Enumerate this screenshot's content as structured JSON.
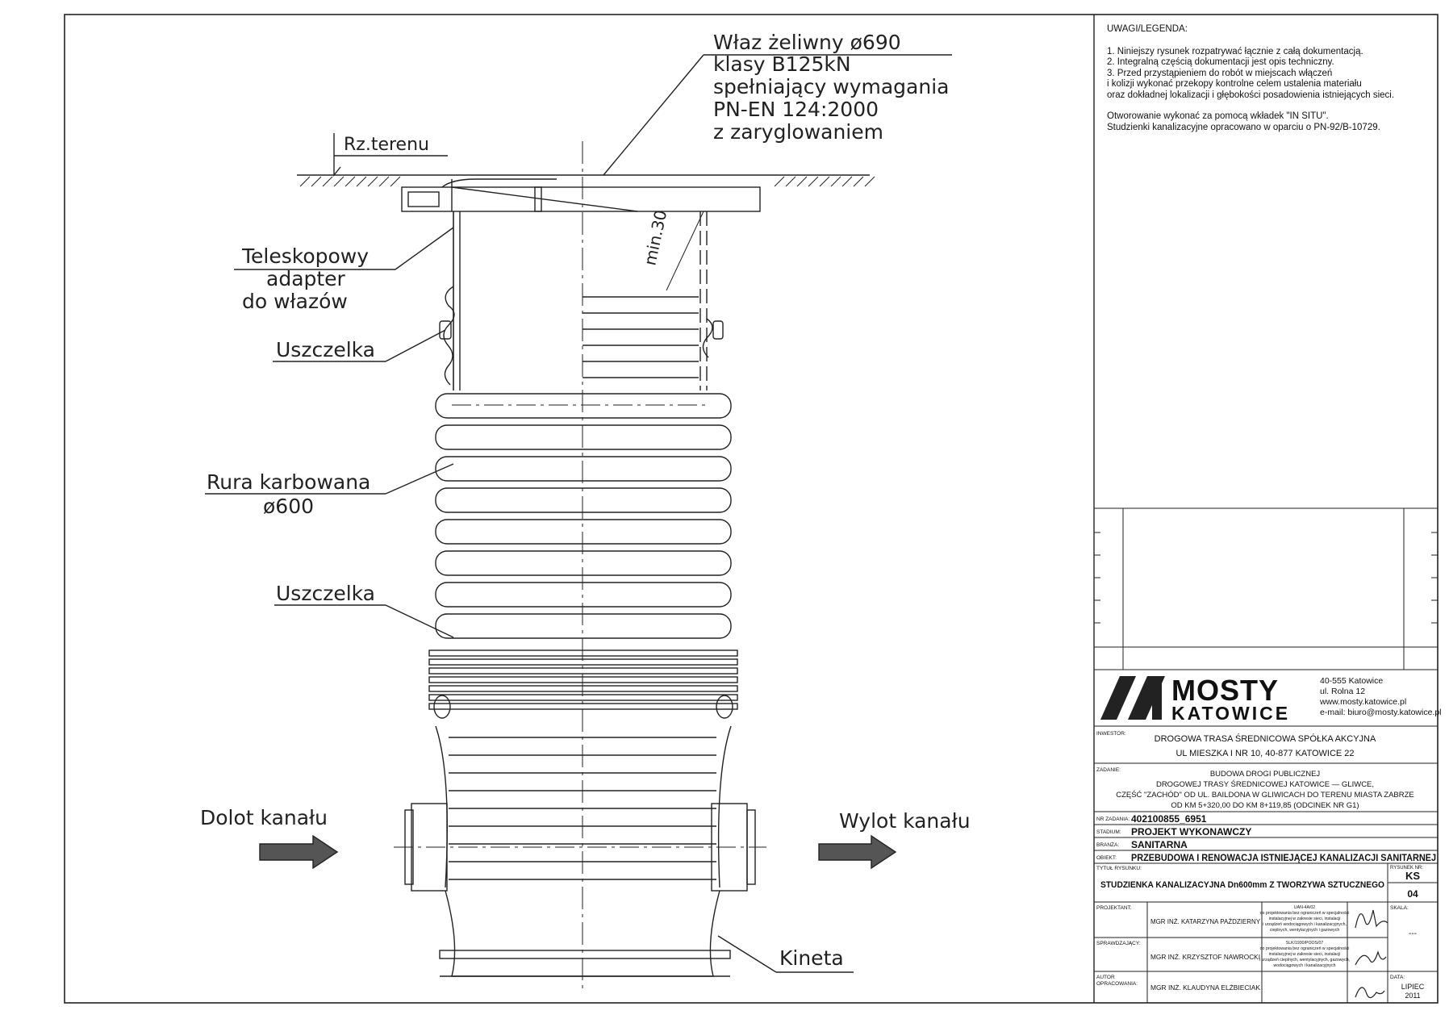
{
  "drawing": {
    "labels": {
      "manhole": [
        "Właz żeliwny ø690",
        "klasy B125kN",
        "spełniający wymagania",
        "PN-EN 124:2000",
        "z zaryglowaniem"
      ],
      "ground": "Rz.terenu",
      "adapter": [
        "Teleskopowy",
        "adapter",
        "do włazów"
      ],
      "seal_upper": "Uszczelka",
      "pipe": [
        "Rura karbowana",
        "ø600"
      ],
      "seal_lower": "Uszczelka",
      "inlet": "Dolot kanału",
      "outlet": "Wylot kanału",
      "kineta": "Kineta",
      "min_dim": "min.30"
    }
  },
  "notes": {
    "title": "UWAGI/LEGENDA:",
    "items": [
      "1. Niniejszy rysunek rozpatrywać łącznie z całą dokumentacją.",
      "2. Integralną częścią dokumentacji jest opis techniczny.",
      "3. Przed przystąpieniem do robót w miejscach włączeń",
      "i kolizji wykonać przekopy kontrolne celem ustalenia materiału",
      "oraz dokładnej lokalizacji i głębokości posadowienia istniejących sieci."
    ],
    "extra": [
      "Otworowanie wykonać za pomocą wkładek \"IN SITU\".",
      "Studzienki kanalizacyjne opracowano w oparciu o PN-92/B-10729."
    ]
  },
  "titleblock": {
    "company": {
      "name": "MOSTY",
      "sub": "KATOWICE",
      "addr1": "40-555 Katowice",
      "addr2": "ul. Rolna 12",
      "web": "www.mosty.katowice.pl",
      "email": "e-mail: biuro@mosty.katowice.pl"
    },
    "investor_label": "INWESTOR:",
    "investor": [
      "DROGOWA TRASA ŚREDNICOWA SPÓŁKA AKCYJNA",
      "UL MIESZKA I NR 10, 40-877 KATOWICE 22"
    ],
    "task_label": "ZADANIE:",
    "task": [
      "BUDOWA DROGI PUBLICZNEJ",
      "DROGOWEJ TRASY ŚREDNICOWEJ KATOWICE — GLIWCE,",
      "CZĘŚĆ \"ZACHÓD\" OD UL. BAILDONA W GLIWICACH DO TERENU MIASTA ZABRZE",
      "OD KM 5+320,00 DO KM 8+119,85  (ODCINEK NR G1)"
    ],
    "task_no_label": "NR ZADANIA:",
    "task_no": "402100855_6951",
    "stage_label": "STADIUM:",
    "stage": "PROJEKT WYKONAWCZY",
    "branch_label": "BRANŻA:",
    "branch": "SANITARNA",
    "object_label": "OBIEKT:",
    "object": "PRZEBUDOWA I RENOWACJA ISTNIEJĄCEJ KANALIZACJI SANITARNEJ",
    "title_label": "TYTUŁ RYSUNKU:",
    "title": "STUDZIENKA KANALIZACYJNA Dn600mm Z TWORZYWA SZTUCZNEGO",
    "drawing_no_label": "RYSUNEK NR:",
    "drawing_no_top": "KS",
    "drawing_no_bottom": "04",
    "designer_label": "PROJEKTANT:",
    "designer": "MGR INŻ. KATARZYNA PAŹDZIERNY",
    "checker_label": "SPRAWDZAJĄCY:",
    "checker": "MGR INŻ. KRZYSZTOF NAWROCKI",
    "author_label": [
      "AUTOR",
      "OPRACOWANIA:"
    ],
    "author": "MGR INŻ. KLAUDYNA ELŻBIECIAK",
    "designer_perm": [
      "UAN-4A/02",
      "do projektowania bez ograniczeń w specjalności",
      "instalacyjnej w zakresie sieci, instalacji",
      "i urządzeń wodociągowych i kanalizacyjnych,",
      "cieplnych, wentylacyjnych i gazowych"
    ],
    "checker_perm": [
      "SLK/1930/POOS/07",
      "do projektowania bez ograniczeń w specjalności",
      "instalacyjnej w zakresie sieci, instalacji",
      "i urządzeń cieplnych, wentylacyjnych, gazowych,",
      "wodociągowych i kanalizacyjnych"
    ],
    "scale_label": "SKALA:",
    "scale": "---",
    "date_label": "DATA:",
    "date": [
      "LIPIEC",
      "2011"
    ]
  }
}
